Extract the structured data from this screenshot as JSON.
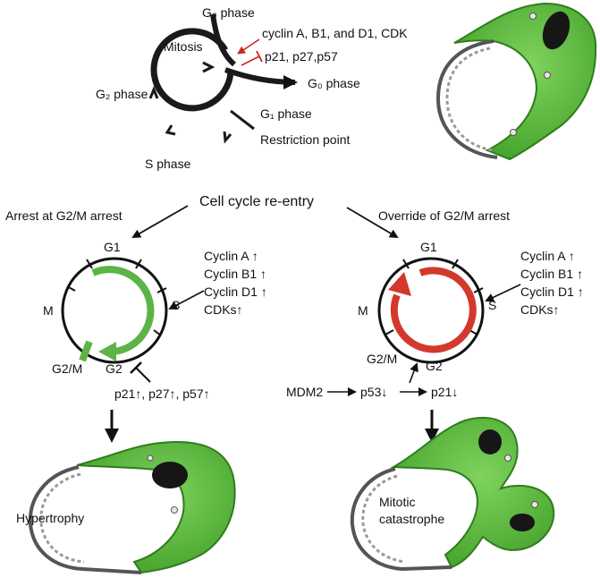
{
  "top_cycle": {
    "g0_top": "G₀ phase",
    "mitosis": "Mitosis",
    "g2": "G₂ phase",
    "s": "S phase",
    "g1": "G₁ phase",
    "restriction": "Restriction point",
    "g0_exit": "G₀ phase",
    "activators": "cyclin A, B1, and D1, CDK",
    "inhibitors": "p21, p27,p57"
  },
  "center_title": "Cell cycle re-entry",
  "left_panel": {
    "heading": "Arrest at G2/M arrest",
    "g1": "G1",
    "s": "S",
    "m": "M",
    "g2": "G2",
    "g2m": "G2/M",
    "markers": [
      "Cyclin A ↑",
      "Cyclin B1 ↑",
      "Cyclin D1 ↑",
      "CDKs↑"
    ],
    "inhibitors": "p21↑, p27↑, p57↑",
    "outcome": "Hypertrophy"
  },
  "right_panel": {
    "heading": "Override of G2/M arrest",
    "g1": "G1",
    "s": "S",
    "m": "M",
    "g2": "G2",
    "g2m": "G2/M",
    "markers": [
      "Cyclin A ↑",
      "Cyclin B1 ↑",
      "Cyclin D1 ↑",
      "CDKs↑"
    ],
    "pathway": [
      "MDM2",
      "p53↓",
      "p21↓"
    ],
    "outcome": "Mitotic catastrophe"
  },
  "colors": {
    "cell_green": "#4cb233",
    "cell_green_dark": "#2f7d1e",
    "arrest_arrow": "#5cb446",
    "override_arrow": "#d2392c",
    "inhibit_red": "#c8281e",
    "nucleus": "#161616"
  }
}
